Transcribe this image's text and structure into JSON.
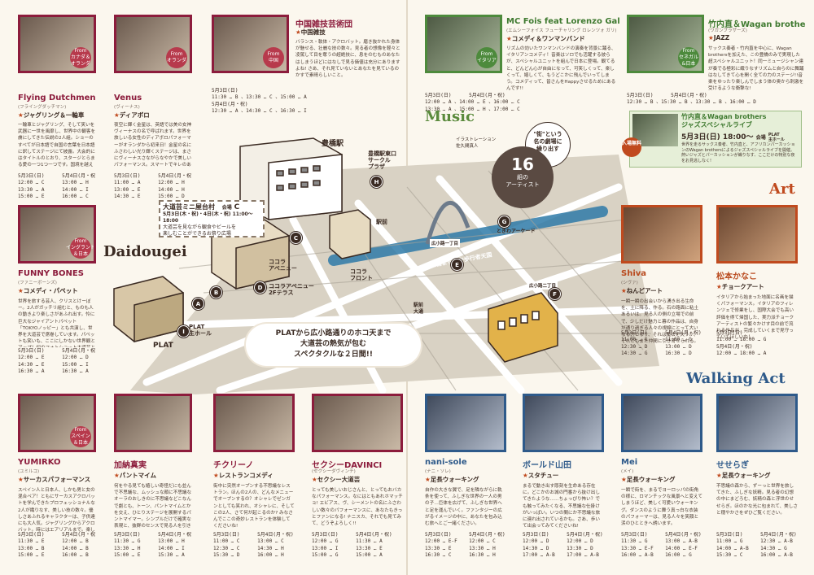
{
  "sections": {
    "daidougei": "Daidougei",
    "music": "Music",
    "art": "Art",
    "walking": "Walking Act"
  },
  "map": {
    "toyohashi_station": "豊橋駅",
    "east_exit": "豊橋駅東口\nサークル\nプラザ",
    "cocola_avenue": "ココラ\nアベニュー",
    "cocola_avenue2": "ココラアベニュー\n2Fテラス",
    "cocola_front": "ココラ\nフロント",
    "plat": "PLAT",
    "plat_hall": "PLAT\n主ホール",
    "station_label": "駅前",
    "station2": "駅前\n大通",
    "tokiwa": "ときわアーケード",
    "tram": "豊橋まちなか歩行者天国",
    "hirokoji1": "広小路一丁目",
    "hirokoji2": "広小路二丁目",
    "illustration": "イラストレーション\n佐久間真人",
    "cloud": "PLATから広小路通りのホコ天まで\n大道芸の熱気が包む\nスペクタクルな２日間!!",
    "bubble1": "\"街\"という\n名の劇場に\n繰り出す",
    "bubble2_num": "16",
    "bubble2_txt": "組の\nアーティスト",
    "mini_title": "大道芸ミニ屋台村",
    "mini_venue": "会場",
    "mini_letter": "C",
    "mini_date": "5月3日(木・祝)・4日(木・祝) 11:00〜18:00",
    "mini_desc": "大道芸を見ながら観食やビールを\n楽しむことができるお祭り広場"
  },
  "pins": {
    "A": "A",
    "B": "B",
    "C": "C",
    "D": "D",
    "E": "E",
    "F": "F",
    "G": "G",
    "H": "H",
    "I": "I"
  },
  "performers": [
    {
      "name": "Flying Dutchmen",
      "ruby": "(フライングダッチマン)",
      "genre": "ジャグリング＆一輪車",
      "badge": "From\nカナダ＆\nオランダ",
      "desc": "一輪車とジャグリング、そして笑いを武器に一世を風靡し、世界中の観客を虜にしてきた伝説の2人組。ショーのすべてが日本語で自国の言葉を日本語に訳してステージにて披露。大会的にはタイトルのとおり、スタージとらまる愛の一つ1つ一つです。国境を越えて愛されてきた、これぞ大道芸という爆笑でショーの20分にショーを是非お楽しみください!",
      "sched": "5月3日(日)      5月4日(月・祝)\n12:00 … C      13:00 … H\n13:30 … A      14:00 … I\n15:00 … E      16:00 … C"
    },
    {
      "name": "Venus",
      "ruby": "(ヴィーナス)",
      "genre": "ディアボロ",
      "badge": "From\nオランダ",
      "desc": "夜空に輝く金星は、英語では美の女神ヴィーナスの名で呼ばれます。世界を旅しいる女性のディアボロパフォーマーがオランダから初来日！金星の名にふさわしい光り輝くステージは、まさにヴィーナスさながらなやかで美しいパフォーマンス。スマートでキレのあるディアボロに、あなたもきっと見とれてしまう。",
      "sched": "5月3日(日)      5月4日(月・祝)\n11:00 … A      12:00 … H\n13:00 … E      14:00 … H\n14:30 … E      15:00 … D"
    },
    {
      "name": "中国雑技芸術団",
      "ruby": "",
      "genre": "中国雑技",
      "badge": "From\n中国",
      "desc": "バランス・軟体・アクロバット。磨き抜かれた身体が魅せる、壮麗な技の数々。見る者の想像を軽々と凌駕して目を奪うの超絶技に、息をのむものあなたはしまうほどにはなしで見る価値は充分にありますよね! さあ、それ見ていないとあなたを見ているのかすで素晴らしいこと。",
      "sched": "5月3日(日)\n11:30 … B 、13:30 … C 、15:00 … A\n5月4日(月・祝)\n12:30 … A 、14:30 … C 、16:30 … I"
    },
    {
      "name": "MC Fois feat Lorenzo Galli",
      "ruby": "(エムシーフォイス フューチャリング ロレンツォ ガリ)",
      "genre": "コメディ＆ワンマンバンド",
      "badge": "From\nイタリア",
      "desc": "リズムの効いたワンマンバンドの演奏を背景に踊る、イタリアンコメディ！音楽はソロでも活躍する彼らが、スペシャルユニットを組んで日本に登場。観てると、どんどん心が自由になって、可笑しくって、楽しくって、嬉しくて、もうどこかに飛んでいってしまう。コメディって、皆さんをHappyさせるためにあるんです!!",
      "sched": "5月3日(日)      5月4日(月・祝)\n12:00 … A 、14:00 … E 、16:00 … C\n13:30 … A 、15:00 … H 、17:00 … C"
    },
    {
      "name": "竹内直＆Wagan brothers",
      "ruby": "(ワガンブラザーズ)",
      "genre": "JAZZ",
      "badge": "From\nセネガル\n&日本",
      "desc": "サックス奏者・竹内直を中心に、Wagan brothersを加えた、この豊橋のみで実現した超スペシャルユニット！同一ミュージシャン達が奏でる極彩に織りなすリズムと自らのに舞踊はなしてきて心を開く全ての力のステージ!!音楽をゆったり楽しんでしまう体の奥から刺激を受けるような衝撃な!",
      "sched": "5月3日(日)      5月4日(月・祝)\n12:30 … B 、15:30 … B 、13:30 … B 、16:00 … D"
    },
    {
      "name": "FUNNY BONES",
      "ruby": "(ファニーボーンズ)",
      "genre": "コメディ・パペット",
      "badge": "From\nイングランド\n＆日本",
      "desc": "世界を旅する芸人、クリスとけーぼー。2人がガッチリ組むと、ものも人の動きより楽しさがあふれ出す。怜に巨大なジャイアントパペット「TOKYOノッピー」とも共演し、世界を大道芸で席巻しています。パペットも笑いも、ここにしかない世界観とアップ！何のフォトショット大道芸とパペットパフォーマンス。",
      "sched": "5月3日(日)      5月4日(月・祝)\n12:00 … E      12:00 … D\n14:30 … E      15:00 … I\n16:30 … A      16:30 … A"
    },
    {
      "name": "Shiva",
      "ruby": "(シヴァ)",
      "genre": "ねんどアート",
      "badge": "",
      "desc": "一瞬一瞬の出会いから湧き出る生命を、土に降る、作る。石の路面に粘土あるいは。見る人の側の立場での前で、少しだけ魅力と暮の作品は、自身が通り過ぎる人々の視線にとって大いなる力となり、それは魔法を失うか、それともまた仲間に引き寄せられる。",
      "sched": "5月3日(日)      5月4日(月・祝)\n11:00 … G      11:00 … G\n12:30 … D      13:00 … D\n14:30 … G      16:30 … D"
    },
    {
      "name": "松本かなこ",
      "ruby": "",
      "genre": "チョークアート",
      "badge": "",
      "desc": "イタリアから始まった地面に名画を描くパフォーマンス。イタリアのフィレンツェで修業をし、国際大会でも高い評価を得て帰国した、実力派チョークアーティストの繁々かけす目の前で流れる作品が、完成していくまで見守っていてほしいね！",
      "sched": "5月3日(日)\n11:00 … 18:00 … G\n5月4日(月・祝)\n12:00 … 18:00 … A"
    },
    {
      "name": "YUMIRKO",
      "ruby": "(ユミルコ)",
      "genre": "サーカスパフォーマンス",
      "badge": "From\nスペイン\n＆日本",
      "desc": "スペイン人と日本人、しかも男と女の混合ペア！ともにサーカスアクロバットを学んできたプロフェッショナルな2人が織りなす、美しい技の数々。優しさあふれるキャラクターは、子供達にも大人気。ジャグリングからアクロバット。時にはエアリアルまで。楽しく美しい芸をとくとご覧あれ!",
      "sched": "5月3日(日)      5月4日(月・祝)\n11:30 … E      12:00 … B\n13:00 … B      14:00 … B\n15:00 … E      16:00 … B"
    },
    {
      "name": "加納真実",
      "ruby": "",
      "genre": "パントマイム",
      "badge": "",
      "desc": "何をやる見ても嬉しい奇怪だにも並んで不思議な、ムッシュな顔に不思議なオーラのおしきのに不思議などこなんで劇とも、トーン、パントマイムとかを交え、ひとりステージを展開するパントマイマー。シンプルだけで確実な表現と、抜群のセンスで見る人を引き込み、不思議な世界で盛り上がります。",
      "sched": "5月3日(日)      5月4日(月・祝)\n11:30 … G      13:00 … H\n13:30 … H      14:00 … I\n15:00 … E      15:30 … A"
    },
    {
      "name": "チクリーノ",
      "ruby": "",
      "genre": "レストランコメディ",
      "badge": "",
      "desc": "街中に突然オープンする不思議なレストラン。ほんの2人の、どんなメニューでオープンするの？オシャレでゼンガンとしても笑われ、オシャレに、そしてこの2人、さて何が起こるのか? みなさんでここの奇妙レストランを体験してくださいね!",
      "sched": "5月3日(日)      5月4日(月・祝)\n11:00 … C      13:00 … C\n12:30 … C      14:30 … H\n15:30 … D      16:00 … H"
    },
    {
      "name": "セクシーDAVINCI",
      "ruby": "(セクシーダヴィンチ)",
      "genre": "セクシー大道芸",
      "badge": "",
      "desc": "とっても美しいおじさんと、とってもおバカなパフォーマンス。なにはともあれホマッチョ! エビアス、ヴ、シーメントの名にふさわしい数々のパフォーマンスに、あなたもきっとファンになる! ナニスカ、それでも見てみて、どうぞよろしく!!",
      "sched": "5月3日(日)      5月4日(月・祝)\n12:00 … G      11:30 … A\n13:00 … I      13:30 … E\n15:00 … G      15:00 … A"
    },
    {
      "name": "nani-sole",
      "ruby": "(ナニ・ソレ)",
      "genre": "足長ウォーキング",
      "badge": "",
      "desc": "自作の大きな翼で、足を隣ながらに軌条を使って、ふしぎな世界の一人の男の子…巨体を広げて、ふしぎな世界へと足を運んでいく。ファンタジーの広がるイメージの中に、あなたを包み込む旅へとご一緒ください。",
      "sched": "5月3日(日)      5月4日(月・祝)\n12:00 … E-F    12:00 … C\n13:30 … E      13:30 … H\n16:30 … C      16:30 … H"
    },
    {
      "name": "ボールド山田",
      "ruby": "",
      "genre": "スタチュー",
      "badge": "",
      "desc": "まるで動き出す彫刻を生命ある存在に。どこかのお城の門番から抜け出してきたような……ちょっぴり怖い？でも触ってみたくなる、不思議な仕掛けがいっぱい。いつの間にか不思議な旅に連れ出されているかも。さあ、歩いて出会ってみてくださいね!",
      "sched": "5月3日(日)      5月4日(月・祝)\n12:00 … D      12:00 … D\n14:30 … D      13:30 … D\n17:00 … A-B    17:00 … A-B"
    },
    {
      "name": "Mei",
      "ruby": "(メイ)",
      "genre": "足長ウォーキング",
      "badge": "",
      "desc": "一瞬で街を、まるでヨーロッパの街角の様に、ロマンチックな風景へと変えてしまうほど、美しく可愛いウォーキング。ダンスのように舞う真っ白な衣装のパフォーマーは、見る人々を笑顔と涙のひとときへ誘います。",
      "sched": "5月3日(日)      5月4日(月・祝)\n11:30 … G      13:00 … A-B\n13:30 … E-F    14:00 … E-F\n16:00 … A-B    16:00 … G"
    },
    {
      "name": "せせらぎ",
      "ruby": "",
      "genre": "足長ウォーキング",
      "badge": "",
      "desc": "不思議の森から、ずーっと世界を旅してきた、ふしぎな妖精。見る者の幻想の中にまどろむ、妖精の森と浮世のせせらぎ。ほのかな光に包まれて、美しさと穏やかさをぜひご覧ください。",
      "sched": "5月3日(日)      5月4日(月・祝)\n11:00 … G      12:30 … A-B\n14:00 … A-B    14:30 … G\n15:30 … C      16:00 … A-B"
    }
  ],
  "special": {
    "title": "竹内直＆Wagan brothers\nジャズスペシャルライブ",
    "date": "5月3日(日)",
    "time": "18:00〜",
    "venue": "会場",
    "venue_name": "PLAT\n主ホール",
    "desc": "世界を走るサックス奏者、竹内直と、アフリカンパーカッションのWagan brothersによるジャズスペシャルライブを開催。熱いジャズとパーカッションが織りなす、ここだけの特別な夜をお見逃しなく!",
    "badge": "入場無料"
  }
}
